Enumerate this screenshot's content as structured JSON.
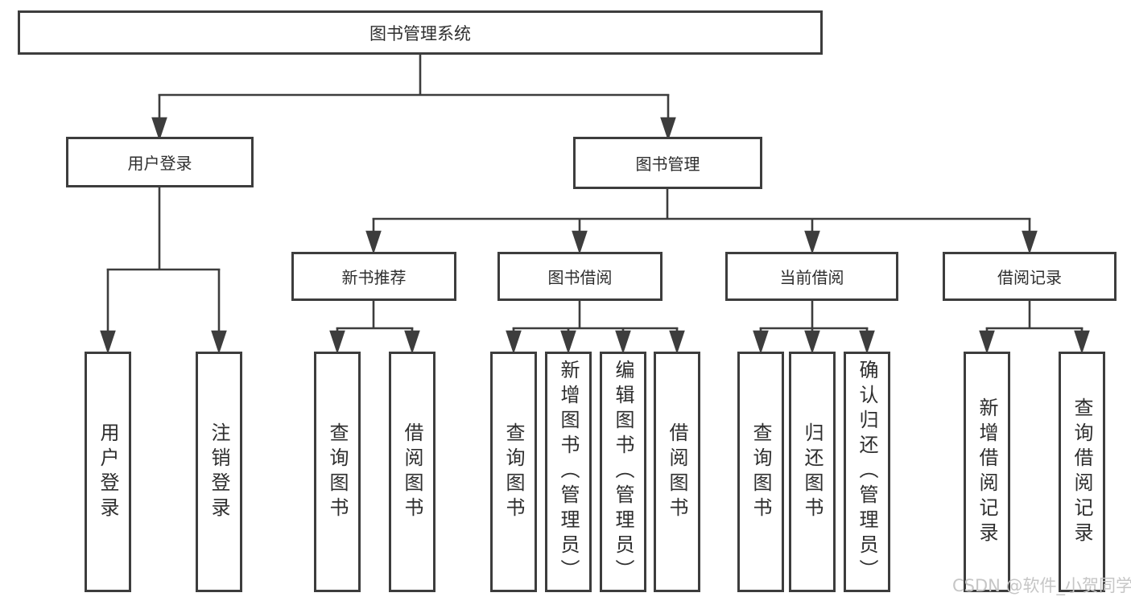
{
  "diagram_title": "图书管理系统",
  "tree": {
    "label": "图书管理系统",
    "children": [
      {
        "label": "用户登录",
        "children": [
          {
            "label": "用户登录"
          },
          {
            "label": "注销登录"
          }
        ]
      },
      {
        "label": "图书管理",
        "children": [
          {
            "label": "新书推荐",
            "children": [
              {
                "label": "查询图书"
              },
              {
                "label": "借阅图书"
              }
            ]
          },
          {
            "label": "图书借阅",
            "children": [
              {
                "label": "查询图书"
              },
              {
                "label": "新增图书（管理员）"
              },
              {
                "label": "编辑图书（管理员）"
              },
              {
                "label": "借阅图书"
              }
            ]
          },
          {
            "label": "当前借阅",
            "children": [
              {
                "label": "查询图书"
              },
              {
                "label": "归还图书"
              },
              {
                "label": "确认归还（管理员）"
              }
            ]
          },
          {
            "label": "借阅记录",
            "children": [
              {
                "label": "新增借阅记录"
              },
              {
                "label": "查询借阅记录"
              }
            ]
          }
        ]
      }
    ]
  },
  "watermark": {
    "text": "CSDN @软件_小贺同学"
  },
  "colors": {
    "line": "#3d3d3d",
    "box_border": "#3d3d3d",
    "text": "#2e2e2e",
    "watermark": "#c6c6c6",
    "background": "#ffffff"
  }
}
